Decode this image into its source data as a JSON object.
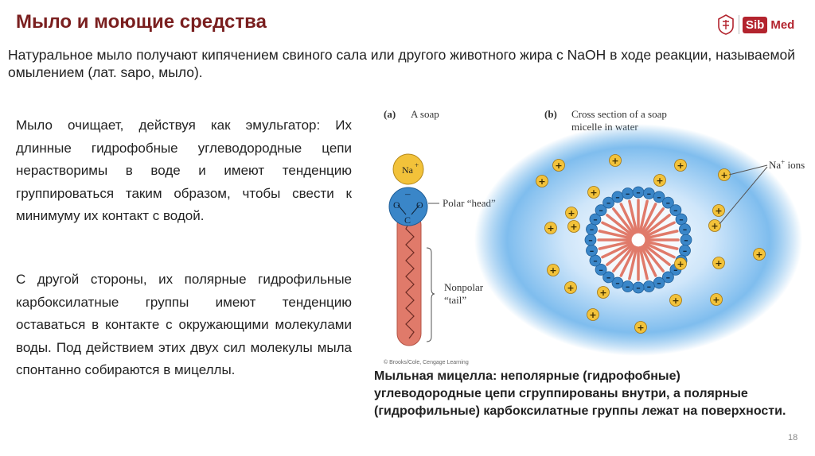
{
  "slide": {
    "title": "Мыло и моющие средства",
    "intro": "Натуральное мыло получают кипячением свиного сала или другого животного жира с NaOH в ходе реакции, называемой омылением (лат. sapo, мыло).",
    "paragraph1": "Мыло очищает, действуя как эмульгатор: Их длинные гидрофобные углеводородные цепи нерастворимы в воде и имеют тенденцию группироваться таким образом, чтобы свести к минимуму их контакт с водой.",
    "paragraph2": "С другой стороны, их полярные гидрофильные карбоксилатные группы имеют тенденцию оставаться в контакте с окружающими молекулами воды. Под действием этих двух сил молекулы мыла спонтанно собираются в мицеллы.",
    "caption": "Мыльная мицелла: неполярные (гидрофобные) углеводородные цепи сгруппированы внутри, а полярные (гидрофильные) карбоксилатные группы лежат на поверхности.",
    "page_number": "18"
  },
  "logo": {
    "sib": "Sib",
    "med": "Med"
  },
  "figure": {
    "panel_a_letter": "(a)",
    "panel_a_title": "A soap",
    "panel_b_letter": "(b)",
    "panel_b_title_line1": "Cross section of a soap",
    "panel_b_title_line2": "micelle in water",
    "na_label": "Na",
    "plus_sign": "+",
    "minus_sign": "–",
    "oxygen": "O",
    "carbon": "C",
    "polar_head_label": "Polar “head”",
    "nonpolar_label_line1": "Nonpolar",
    "nonpolar_label_line2": "“tail”",
    "na_ions_label": "Na",
    "na_ions_suffix": " ions",
    "credit": "© Brooks/Cole, Cengage Learning"
  },
  "colors": {
    "title": "#7a1f1f",
    "brand": "#b3242e",
    "head": "#3a86c8",
    "tail": "#e07a6a",
    "ion": "#f2c23a",
    "water": "#5aa9e6"
  }
}
